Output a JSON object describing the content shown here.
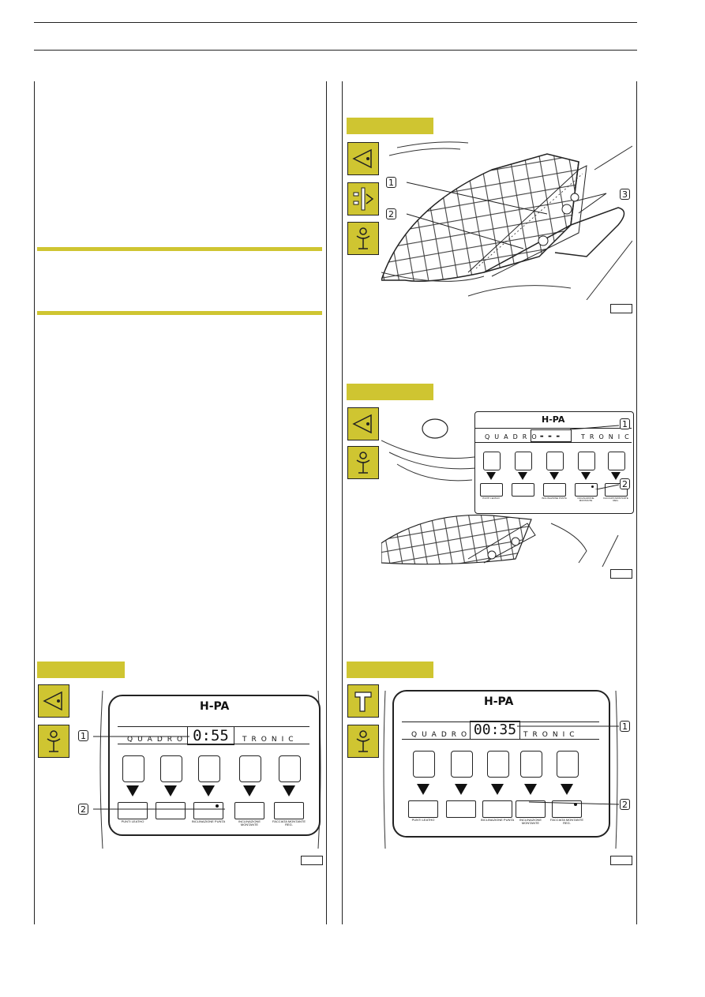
{
  "colors": {
    "accent": "#cfc531",
    "ink": "#111111",
    "paper": "#ffffff"
  },
  "icons": [
    "eye-icon",
    "adjustment-icon",
    "person-icon",
    "tool-icon"
  ],
  "figures": {
    "fig_top_right": {
      "callouts": [
        "1",
        "2",
        "3"
      ]
    },
    "fig_mid_right": {
      "brand": "H-PA",
      "brand_left": "QUADRO",
      "brand_right": "TRONIC",
      "display": "---",
      "callouts": [
        "1",
        "2"
      ],
      "key_labels": [
        "PUNTI LEATHO",
        "",
        "INCLINAZIONE PUNTA",
        "INCLINAZIONE MONTANTE",
        "FACCIATA MONTANTE REG."
      ]
    },
    "fig_bottom_left": {
      "brand": "H-PA",
      "brand_left": "QUADRO",
      "brand_right": "TRONIC",
      "display": "0:55",
      "callouts": [
        "1",
        "2"
      ],
      "key_labels": [
        "PUNTI LEATHO",
        "",
        "INCLINAZIONE PUNTA",
        "INCLINAZIONE MONTANTE",
        "FACCIATA MONTANTE REG."
      ]
    },
    "fig_bottom_right": {
      "brand": "H-PA",
      "brand_left": "QUADRO",
      "brand_right": "TRONIC",
      "display": "00:35",
      "callouts": [
        "1",
        "2"
      ],
      "key_labels": [
        "PUNTI LEATHO",
        "",
        "INCLINAZIONE PUNTA",
        "INCLINAZIONE MONTANTE",
        "FACCIATA MONTANTE REG."
      ]
    }
  }
}
